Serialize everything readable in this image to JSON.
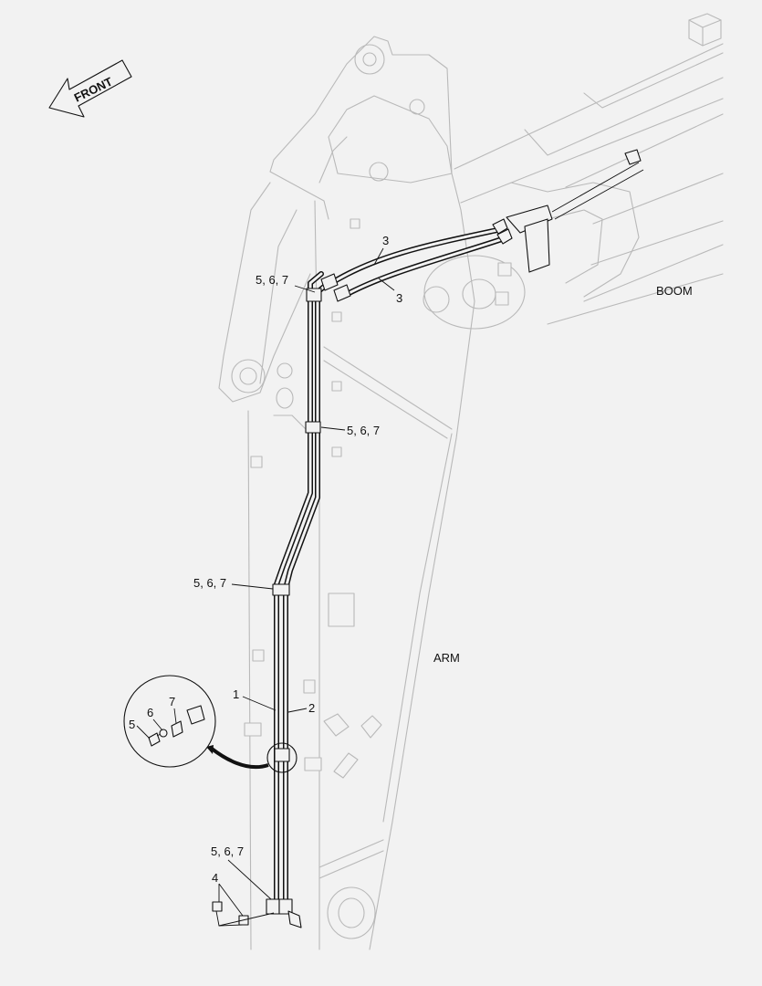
{
  "callouts": {
    "front": "FRONT",
    "boom": "BOOM",
    "arm": "ARM",
    "c_567_a": "5, 6, 7",
    "c_567_b": "5, 6, 7",
    "c_567_c": "5, 6, 7",
    "c_567_d": "5, 6, 7",
    "c_3_a": "3",
    "c_3_b": "3",
    "c_1": "1",
    "c_2": "2",
    "c_4": "4",
    "c_5": "5",
    "c_6": "6",
    "c_7": "7"
  },
  "colors": {
    "background": "#f2f2f2",
    "line": "#111111",
    "ghost_line": "#b9b9b9"
  }
}
